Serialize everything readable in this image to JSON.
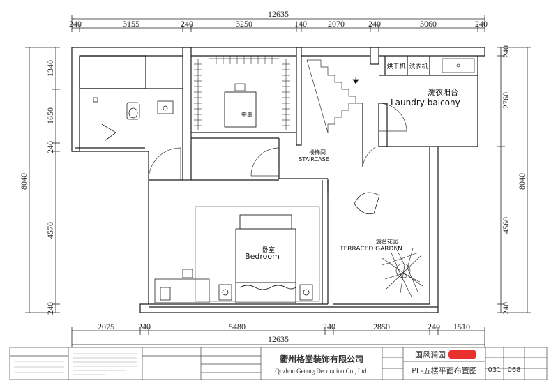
{
  "dimensions": {
    "top_total": "12635",
    "top_segments": [
      "240",
      "3155",
      "240",
      "3250",
      "140",
      "2070",
      "240",
      "3060",
      "240"
    ],
    "bottom_total": "12635",
    "bottom_segments": [
      "2075",
      "240",
      "5480",
      "240",
      "2850",
      "240",
      "1510"
    ],
    "left_total": "8040",
    "left_segments": [
      "1340",
      "1650",
      "240",
      "4570",
      "240"
    ],
    "right_total": "8040",
    "right_segments": [
      "240",
      "2760",
      "4560",
      "240"
    ]
  },
  "rooms": {
    "laundry_cn": "洗衣阳台",
    "laundry_en": "Laundry balcony",
    "dryer": "烘干机",
    "washer": "洗衣机",
    "island": "中岛",
    "stair_cn": "楼梯间",
    "stair_en": "STAIRCASE",
    "bedroom_cn": "卧室",
    "bedroom_en": "Bedroom",
    "garden_cn": "露台花园",
    "garden_en": "TERRACED GARDEN"
  },
  "title_block": {
    "company_cn": "衢州格堂装饰有限公司",
    "company_en": "Quzhou Getang Decoration Co., Ltd.",
    "project": "国风澜园",
    "drawing_title": "PL-五楼平面布置图",
    "page_no": "031",
    "total_no": "068"
  },
  "colors": {
    "line": "#1a1a1a",
    "redaction": "#e8302c"
  }
}
